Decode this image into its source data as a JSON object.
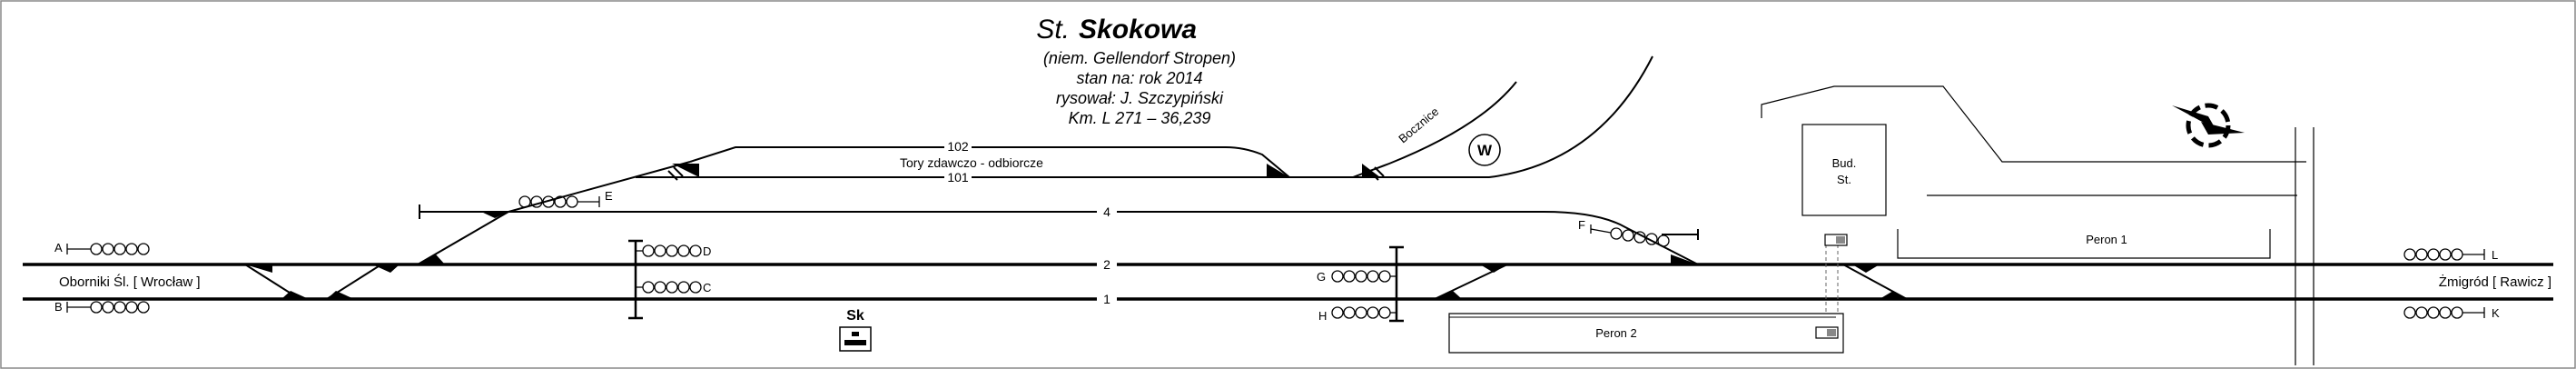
{
  "header": {
    "station_prefix": "St.",
    "station_name": "Skokowa",
    "subtitle_lines": [
      "(niem. Gellendorf Stropen)",
      "stan na: rok 2014",
      "rysował: J. Szczypiński",
      "Km. L 271 – 36,239"
    ]
  },
  "track_numbers": {
    "track_102": "102",
    "track_101": "101",
    "track_4": "4",
    "track_2": "2",
    "track_1": "1"
  },
  "labels": {
    "sidings_zone": "Tory zdawczo - odbiorcze",
    "bocznice": "Bocznice",
    "water_tower": "W",
    "building": [
      "Bud.",
      "St."
    ],
    "platform_1": "Peron 1",
    "platform_2": "Peron 2",
    "signal_box": "Sk",
    "direction_left": "Oborniki Śl. [ Wrocław ]",
    "direction_right": "Żmigród [ Rawicz ]",
    "compass": "N"
  },
  "signals": {
    "A": "A",
    "B": "B",
    "C": "C",
    "D": "D",
    "E": "E",
    "F": "F",
    "G": "G",
    "H": "H",
    "K": "K",
    "L": "L"
  },
  "colors": {
    "track": "#000000",
    "frame": "#888888",
    "platform_edge": "#333333",
    "background": "#ffffff"
  }
}
